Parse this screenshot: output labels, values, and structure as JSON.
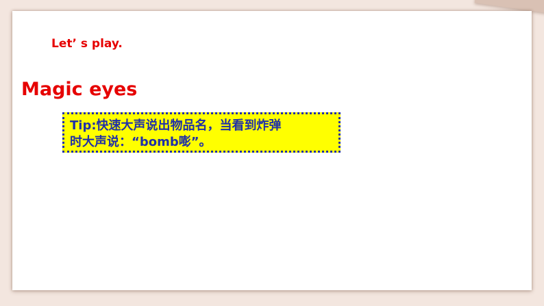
{
  "slide": {
    "subtitle": "Let’ s play.",
    "heading": "Magic eyes",
    "tip": {
      "line1": "Tip:快速大声说出物品名，当看到炸弹",
      "line2": "时大声说：“bomb嘭”。"
    }
  },
  "colors": {
    "heading_red": "#e60000",
    "tip_background": "#ffff00",
    "tip_text_blue": "#1f2fa8"
  }
}
